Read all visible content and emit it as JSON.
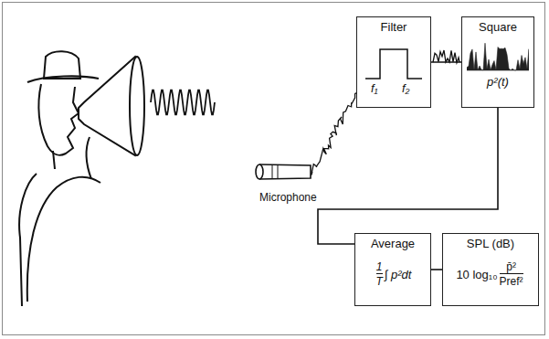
{
  "diagram": {
    "nodes": [
      {
        "text": [
          "Filter",
          "f₁",
          "f₂"
        ]
      },
      {
        "text": [
          "Square",
          "p²(t)"
        ]
      },
      {
        "text": [
          "Average",
          "1",
          "T",
          "∫ p²dt"
        ]
      },
      {
        "text": [
          "SPL (dB)",
          "10 log₁₀",
          "p̄²",
          "Pref²"
        ]
      }
    ],
    "edges": [
      {
        "from": 0,
        "to": 1,
        "arrow": "none"
      },
      {
        "from": 1,
        "to": 2,
        "arrow": "none"
      },
      {
        "from": 2,
        "to": 3,
        "arrow": "none"
      }
    ],
    "labels": [
      "Microphone"
    ]
  }
}
